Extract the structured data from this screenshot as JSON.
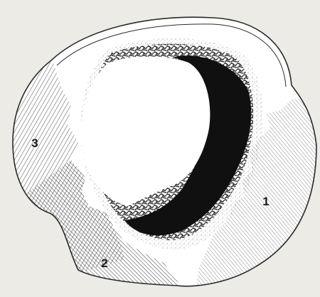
{
  "figure": {
    "labels": [
      "1",
      "2",
      "3"
    ],
    "colors": {
      "background": "#ecebe6",
      "outline": "#2a2a2a",
      "hatch": "#3a3a3a",
      "cavity": "#101010",
      "lumen": "#ffffff"
    }
  }
}
